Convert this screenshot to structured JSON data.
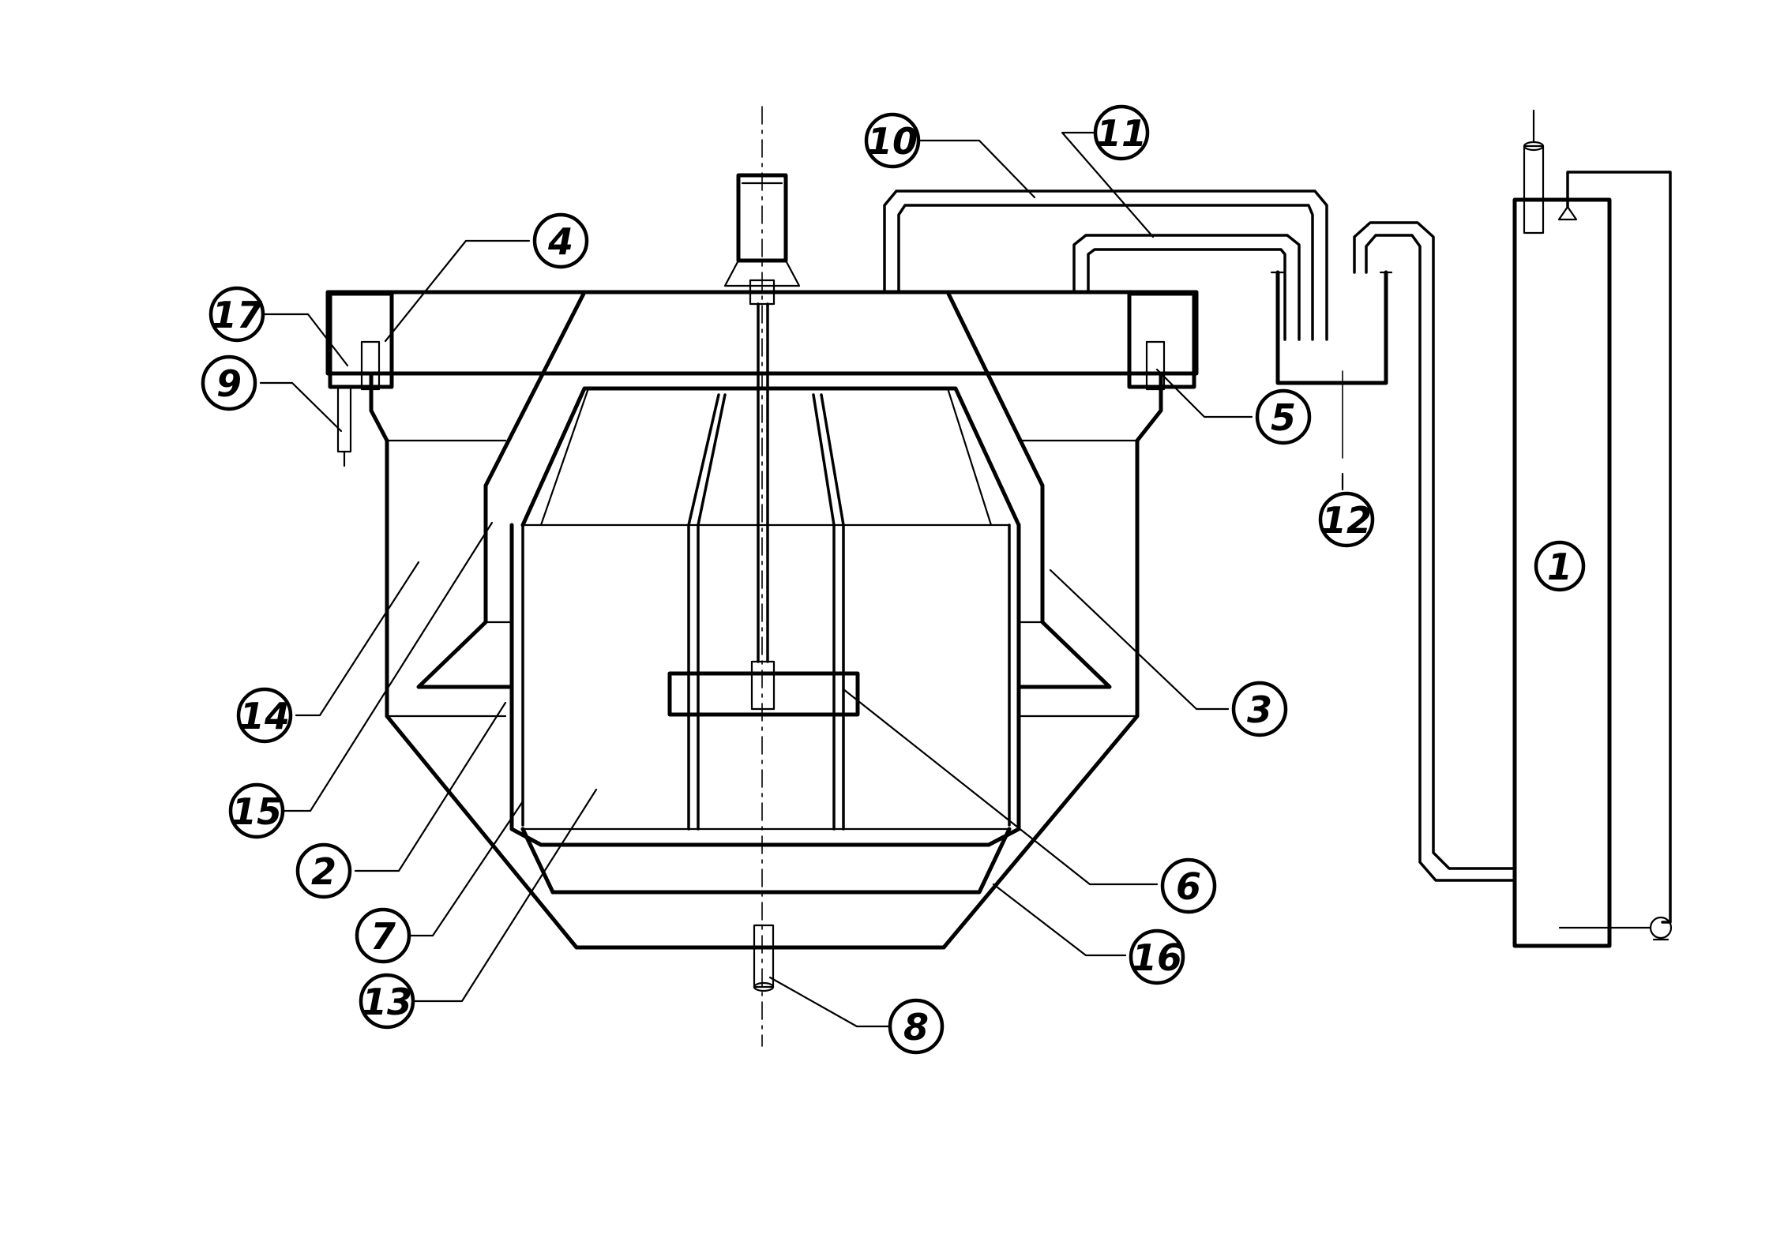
{
  "diagram": {
    "labels": [
      {
        "id": "1",
        "text": "1"
      },
      {
        "id": "2",
        "text": "2"
      },
      {
        "id": "3",
        "text": "3"
      },
      {
        "id": "4",
        "text": "4"
      },
      {
        "id": "5",
        "text": "5"
      },
      {
        "id": "6",
        "text": "6"
      },
      {
        "id": "7",
        "text": "7"
      },
      {
        "id": "8",
        "text": "8"
      },
      {
        "id": "9",
        "text": "9"
      },
      {
        "id": "10",
        "text": "10"
      },
      {
        "id": "11",
        "text": "11"
      },
      {
        "id": "12",
        "text": "12"
      },
      {
        "id": "13",
        "text": "13"
      },
      {
        "id": "14",
        "text": "14"
      },
      {
        "id": "15",
        "text": "15"
      },
      {
        "id": "16",
        "text": "16"
      },
      {
        "id": "17",
        "text": "17"
      }
    ]
  }
}
